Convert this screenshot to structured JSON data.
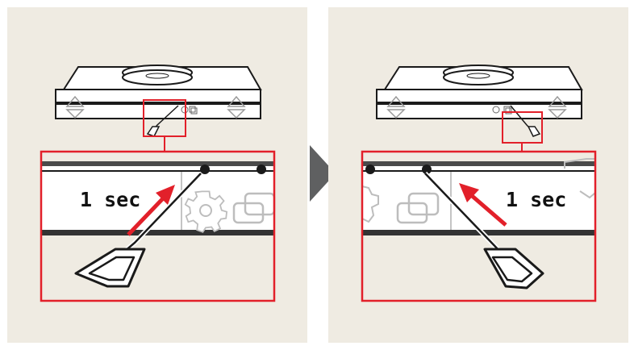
{
  "steps": [
    {
      "duration_label": "1 sec",
      "pin_position": "right",
      "arrow_direction": "up-right"
    },
    {
      "duration_label": "1 sec",
      "pin_position": "left",
      "arrow_direction": "up-left"
    }
  ],
  "colors": {
    "panel_bg": "#efebe2",
    "highlight": "#e2202a",
    "arrow": "#e2202a",
    "line": "#1a1a1a",
    "chevron": "#5f6061"
  },
  "icons": [
    "device-icon",
    "gear-icon",
    "copy-icon",
    "paperclip-icon",
    "arrow-icon",
    "chevron-right-icon"
  ]
}
